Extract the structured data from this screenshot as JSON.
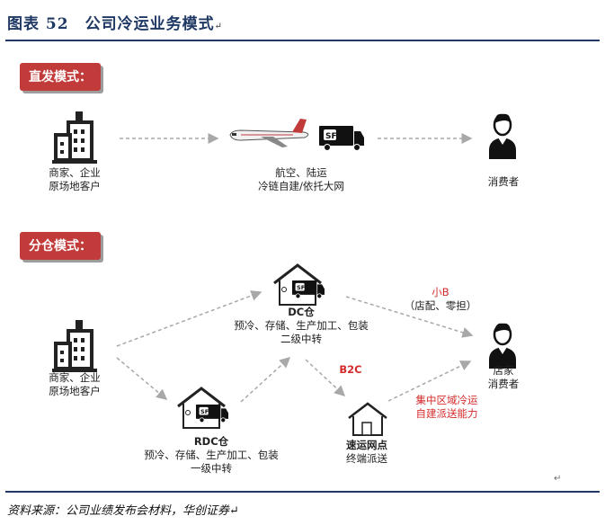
{
  "header": {
    "title": "图表 52　公司冷运业务模式",
    "title_mark": "↵"
  },
  "source": "资料来源：公司业绩发布会材料，华创证券↵",
  "section_direct": {
    "tag": "直发模式：",
    "merchant_line1": "商家、企业",
    "merchant_line2": "原场地客户",
    "transport_line1": "航空、陆运",
    "transport_line2": "冷链自建/依托大网",
    "consumer": "消费者"
  },
  "section_warehouse": {
    "tag": "分仓模式：",
    "merchant_line1": "商家、企业",
    "merchant_line2": "原场地客户",
    "dc_title": "DC仓",
    "dc_line1": "预冷、存储、生产加工、包装",
    "dc_line2": "二级中转",
    "rdc_title": "RDC仓",
    "rdc_line1": "预冷、存储、生产加工、包装",
    "rdc_line2": "一级中转",
    "smallb_line1": "小B",
    "smallb_line2": "（店配、零担）",
    "b2c": "B2C",
    "outlet_title": "速运网点",
    "outlet_sub": "终端派送",
    "region_line1": "集中区域冷运",
    "region_line2": "自建派送能力",
    "consumer_line1": "店家",
    "consumer_line2": "消费者",
    "end_mark": "↵"
  },
  "colors": {
    "accent_red": "#c23b3b",
    "navy": "#1f3864",
    "text_red": "#d42b2b"
  }
}
